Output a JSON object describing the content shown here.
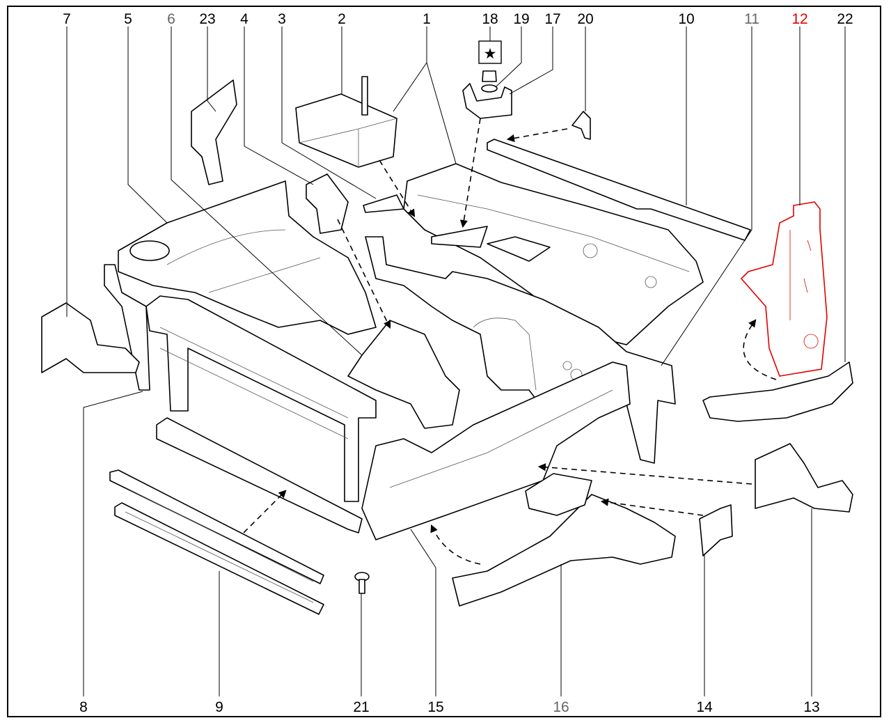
{
  "diagram": {
    "title_visible": false,
    "colors": {
      "default": "#000000",
      "muted": "#666666",
      "highlight": "#e00000"
    },
    "callouts": {
      "c1": "1",
      "c2": "2",
      "c3": "3",
      "c4": "4",
      "c5": "5",
      "c6": "6",
      "c7": "7",
      "c8": "8",
      "c9": "9",
      "c10": "10",
      "c11": "11",
      "c12": "12",
      "c13": "13",
      "c14": "14",
      "c15": "15",
      "c16": "16",
      "c17": "17",
      "c18": "18",
      "c19": "19",
      "c20": "20",
      "c21": "21",
      "c22": "22",
      "c23": "23"
    },
    "star_symbol": "★"
  }
}
